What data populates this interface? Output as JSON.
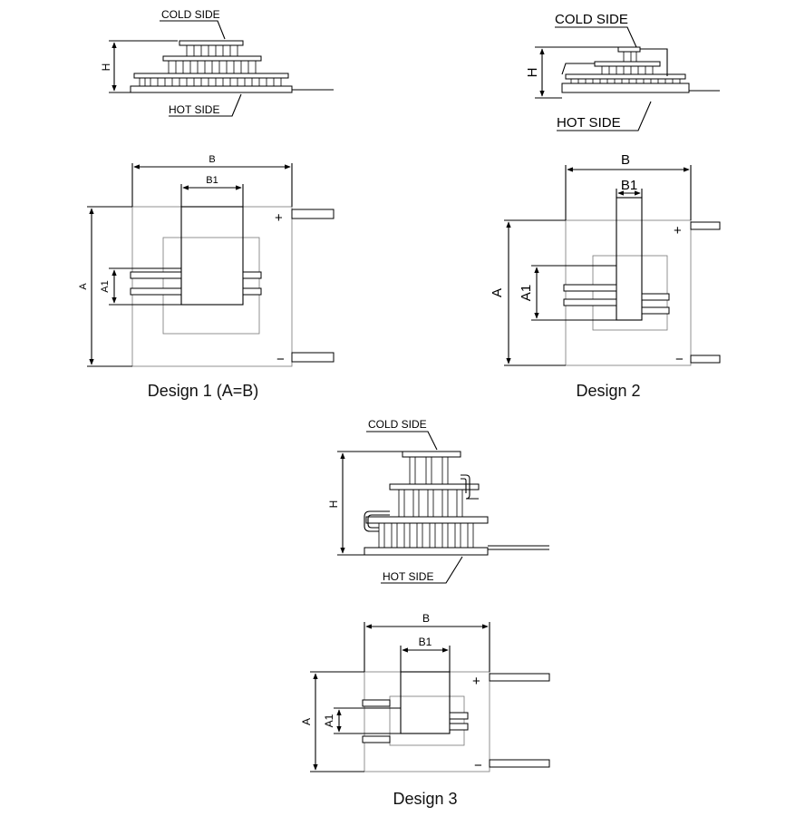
{
  "design1": {
    "caption": "Design 1 (A=B)",
    "cold_label": "COLD SIDE",
    "hot_label": "HOT SIDE",
    "h_label": "H",
    "a_label": "A",
    "a1_label": "A1",
    "b_label": "B",
    "b1_label": "B1",
    "plus": "+",
    "minus": "−"
  },
  "design2": {
    "caption": "Design 2",
    "cold_label": "COLD SIDE",
    "hot_label": "HOT SIDE",
    "h_label": "H",
    "a_label": "A",
    "a1_label": "A1",
    "b_label": "B",
    "b1_label": "B1",
    "plus": "+",
    "minus": "−"
  },
  "design3": {
    "caption": "Design 3",
    "cold_label": "COLD SIDE",
    "hot_label": "HOT SIDE",
    "h_label": "H",
    "a_label": "A",
    "a1_label": "A1",
    "b_label": "B",
    "b1_label": "B1",
    "plus": "+",
    "minus": "−"
  }
}
